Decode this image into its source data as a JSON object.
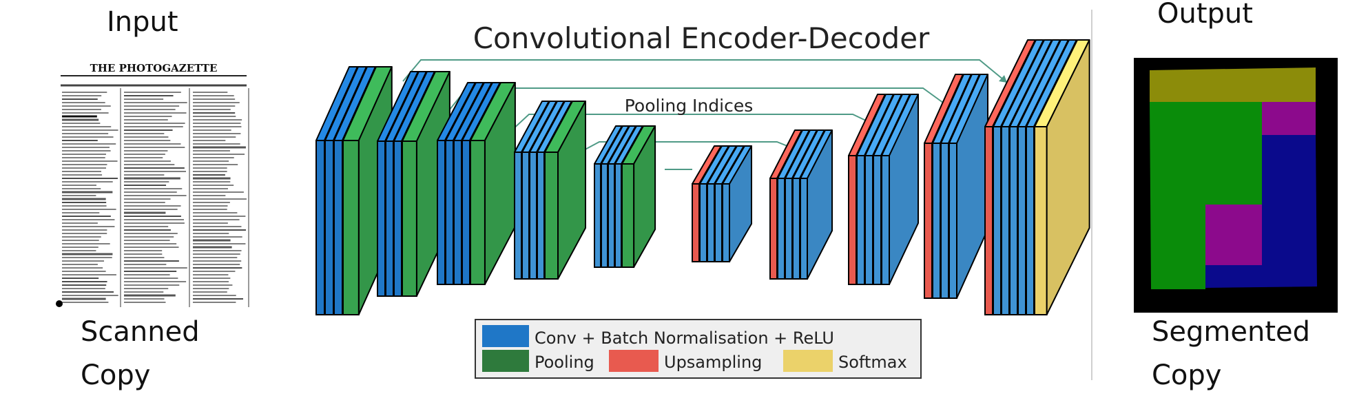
{
  "input": {
    "label": "Input",
    "caption_line1": "Scanned",
    "caption_line2": "Copy",
    "masthead": "THE PHOTOGAZETTE"
  },
  "output": {
    "label": "Output",
    "caption_line1": "Segmented",
    "caption_line2": "Copy"
  },
  "diagram": {
    "title": "Convolutional Encoder-Decoder",
    "skip_label": "Pooling Indices",
    "legend": [
      {
        "key": "conv",
        "label": "Conv + Batch Normalisation + ReLU",
        "color": "#1f77c7"
      },
      {
        "key": "pool",
        "label": "Pooling",
        "color": "#2e7a3c"
      },
      {
        "key": "up",
        "label": "Upsampling",
        "color": "#e85a4f"
      },
      {
        "key": "soft",
        "label": "Softmax",
        "color": "#ebd26a"
      }
    ]
  },
  "colors": {
    "conv_blue": "#1f77c7",
    "conv_blue_light": "#3f93d4",
    "pool_green": "#37a34f",
    "upsample_red": "#e85a4f",
    "softmax_yellow": "#ebd26a",
    "skip_arrow": "#4f9a86",
    "seg_background": "#000000",
    "seg_olive": "#8c8c0a",
    "seg_green": "#0a8c0a",
    "seg_magenta": "#8c0a8c",
    "seg_navy": "#0a0a8c"
  }
}
